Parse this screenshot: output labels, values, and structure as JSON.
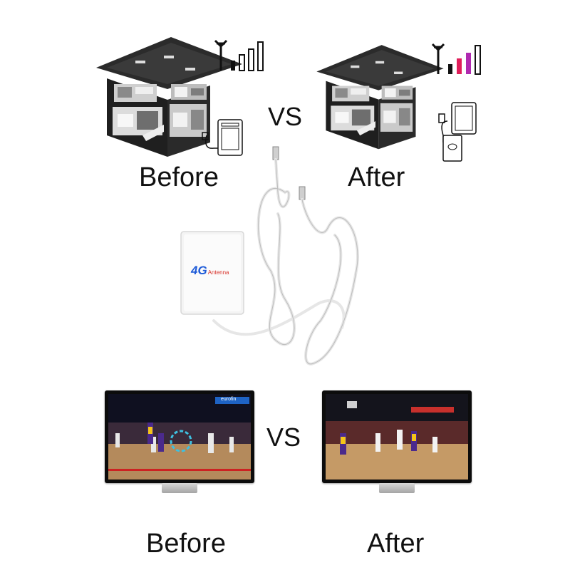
{
  "top_section": {
    "before_label": "Before",
    "after_label": "After",
    "vs_label": "VS"
  },
  "antenna": {
    "brand_text": "4G",
    "sub_text": "Antenna"
  },
  "bottom_section": {
    "before_label": "Before",
    "after_label": "After",
    "vs_label": "VS"
  },
  "signal": {
    "before_bars_color": "#111111",
    "after_bars_colors": [
      "#111111",
      "#e01e5a",
      "#b02ab0",
      "#111111"
    ]
  },
  "tv": {
    "brand_strip_text": "eurofin"
  }
}
